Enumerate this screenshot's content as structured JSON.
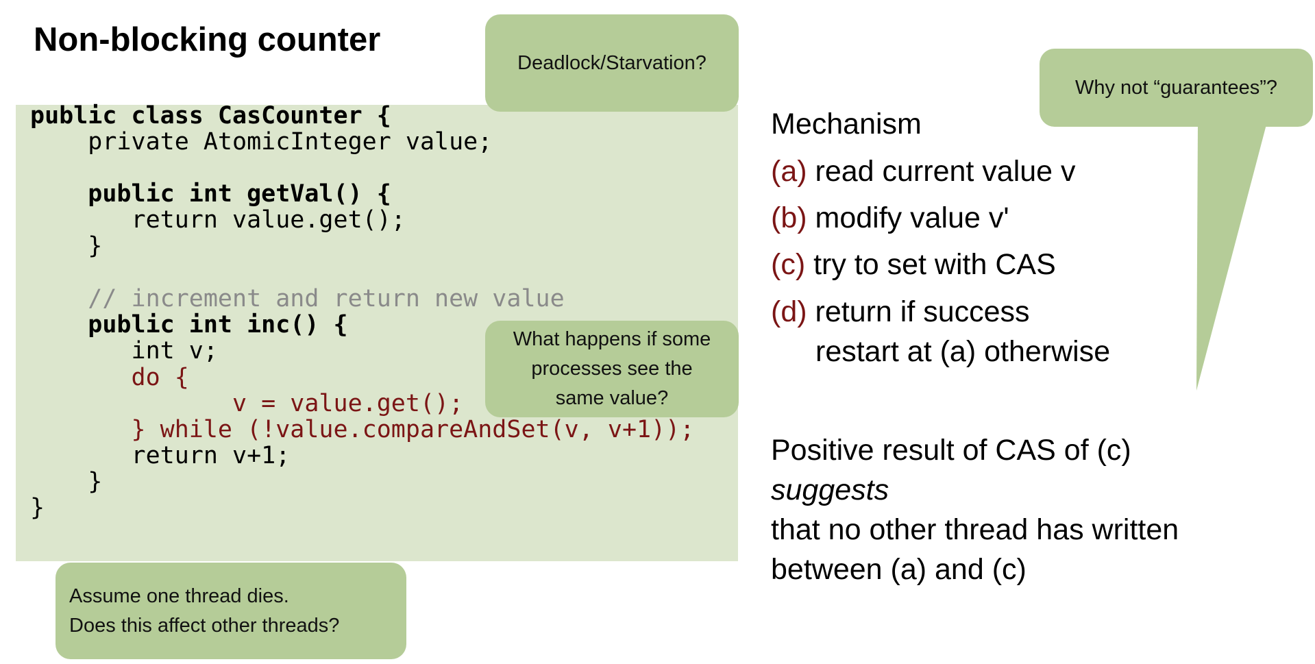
{
  "slide": {
    "title": "Non-blocking counter"
  },
  "code": {
    "l1": "public class CasCounter {",
    "l2": "    private AtomicInteger value;",
    "l3": "    public int getVal() {",
    "l4": "       return value.get();",
    "l5": "    }",
    "l6": "    // increment and return new value",
    "l7": "    public int inc() {",
    "l8": "       int v;",
    "l9": "       do {",
    "l10": "              v = value.get();",
    "l11": "       } while (!value.compareAndSet(v, v+1));",
    "l12": "       return v+1;",
    "l13": "    }",
    "l14": "}"
  },
  "callouts": {
    "deadlock": "Deadlock/Starvation?",
    "guarantees": "Why not “guarantees”?",
    "same_value": [
      "What happens if some",
      "processes see the",
      "same value?"
    ],
    "thread_dies": [
      "Assume one thread dies.",
      "Does this affect other threads?"
    ]
  },
  "mechanism": {
    "title": "Mechanism",
    "items": [
      {
        "label": "(a)",
        "text": " read current value v"
      },
      {
        "label": "(b)",
        "text": " modify value v'"
      },
      {
        "label": "(c)",
        "text": " try to set with CAS"
      },
      {
        "label": "(d)",
        "text": " return if success"
      }
    ],
    "continuation": "restart at (a) otherwise"
  },
  "result": {
    "pre": "Positive result of CAS of (c) ",
    "emph": "suggests",
    "line2": "that no other thread has written",
    "line3": "between (a) and (c)"
  },
  "colors": {
    "code_bg": "#dce6cd",
    "callout_bg": "#b5cc98",
    "accent_red": "#7b1515",
    "comment_gray": "#8a8a8a"
  }
}
